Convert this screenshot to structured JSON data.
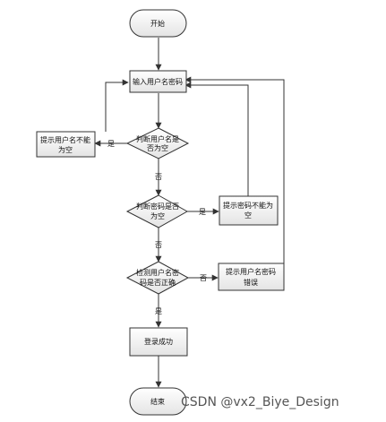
{
  "nodes": {
    "start": "开始",
    "input": "输入用户名密码",
    "check_username_empty_l1": "判断用户名是",
    "check_username_empty_l2": "否为空",
    "warn_username_empty_l1": "提示用户名不能",
    "warn_username_empty_l2": "为空",
    "check_password_empty_l1": "判断密码是否",
    "check_password_empty_l2": "为空",
    "warn_password_empty_l1": "提示密码不能为",
    "warn_password_empty_l2": "空",
    "check_credentials_l1": "检测用户名密",
    "check_credentials_l2": "码是否正确",
    "warn_credentials_error_l1": "提示用户名密码",
    "warn_credentials_error_l2": "错误",
    "login_success": "登录成功",
    "end": "结束"
  },
  "edges": {
    "yes": "是",
    "no": "否"
  },
  "watermark": "CSDN @vx2_Biye_Design",
  "colors": {
    "node_fill_top": "#ffffff",
    "node_fill_bottom": "#e6e6e6",
    "stroke": "#333333"
  }
}
